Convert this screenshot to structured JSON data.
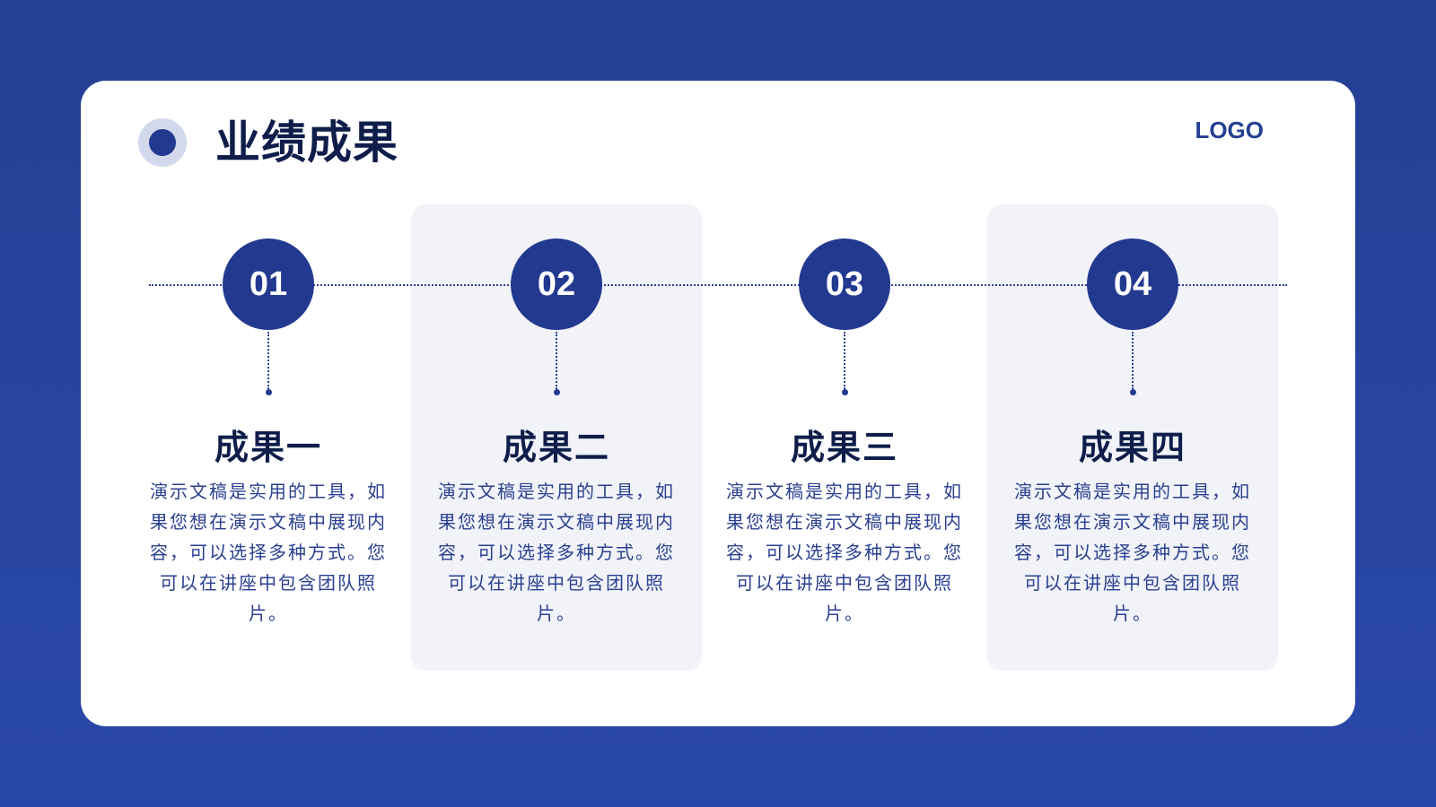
{
  "header": {
    "title": "业绩成果",
    "logo": "LOGO"
  },
  "steps": [
    {
      "number": "01",
      "title": "成果一",
      "description": "演示文稿是实用的工具，如果您想在演示文稿中展现内容，可以选择多种方式。您可以在讲座中包含团队照片。"
    },
    {
      "number": "02",
      "title": "成果二",
      "description": "演示文稿是实用的工具，如果您想在演示文稿中展现内容，可以选择多种方式。您可以在讲座中包含团队照片。"
    },
    {
      "number": "03",
      "title": "成果三",
      "description": "演示文稿是实用的工具，如果您想在演示文稿中展现内容，可以选择多种方式。您可以在讲座中包含团队照片。"
    },
    {
      "number": "04",
      "title": "成果四",
      "description": "演示文稿是实用的工具，如果您想在演示文稿中展现内容，可以选择多种方式。您可以在讲座中包含团队照片。"
    }
  ],
  "colors": {
    "background": "#243f93",
    "card": "#ffffff",
    "accent": "#22398f",
    "panel": "#f1f3f9",
    "title_text": "#0f1d4a"
  }
}
